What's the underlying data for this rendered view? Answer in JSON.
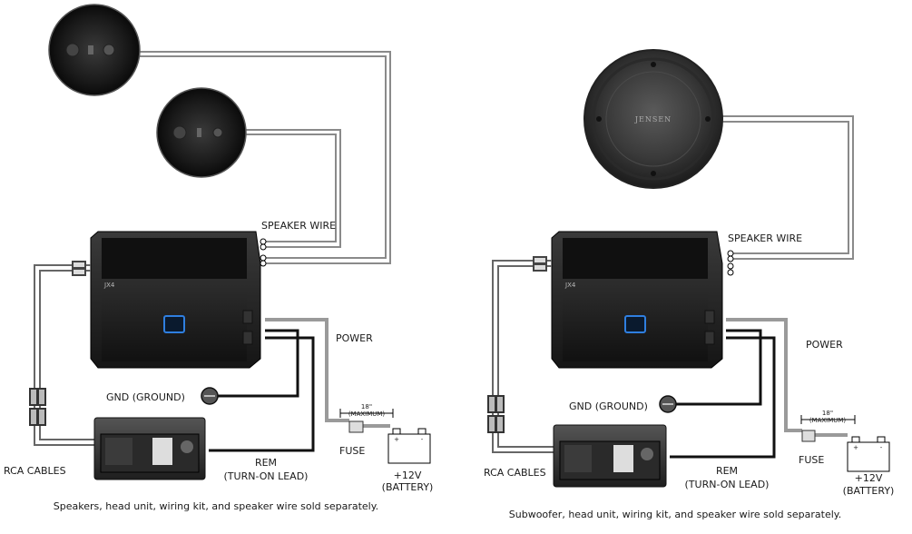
{
  "left_diagram": {
    "labels": {
      "speaker_wire": "SPEAKER WIRE",
      "power": "POWER",
      "gnd": "GND (GROUND)",
      "rca": "RCA CABLES",
      "rem_line1": "REM",
      "rem_line2": "(TURN-ON LEAD)",
      "fuse": "FUSE",
      "fuse_dist_line1": "18\"",
      "fuse_dist_line2": "(MAXIMUM)",
      "battery_line1": "+12V",
      "battery_line2": "(BATTERY)",
      "battery_plus": "+",
      "battery_minus": "-"
    },
    "caption": "Speakers, head unit, wiring kit, and speaker wire sold separately."
  },
  "right_diagram": {
    "labels": {
      "speaker_wire": "SPEAKER WIRE",
      "power": "POWER",
      "gnd": "GND (GROUND)",
      "rca": "RCA CABLES",
      "rem_line1": "REM",
      "rem_line2": "(TURN-ON LEAD)",
      "fuse": "FUSE",
      "fuse_dist_line1": "18\"",
      "fuse_dist_line2": "(MAXIMUM)",
      "battery_line1": "+12V",
      "battery_line2": "(BATTERY)",
      "battery_plus": "+",
      "battery_minus": "-"
    },
    "subwoofer_logo": "JENSEN",
    "caption": "Subwoofer, head unit, wiring kit, and speaker wire sold separately."
  },
  "colors": {
    "power_wire": "#9a9a9a",
    "ground_wire": "#111111",
    "amp_body": "#222222",
    "amp_logo_glow": "#2f7fe0"
  }
}
